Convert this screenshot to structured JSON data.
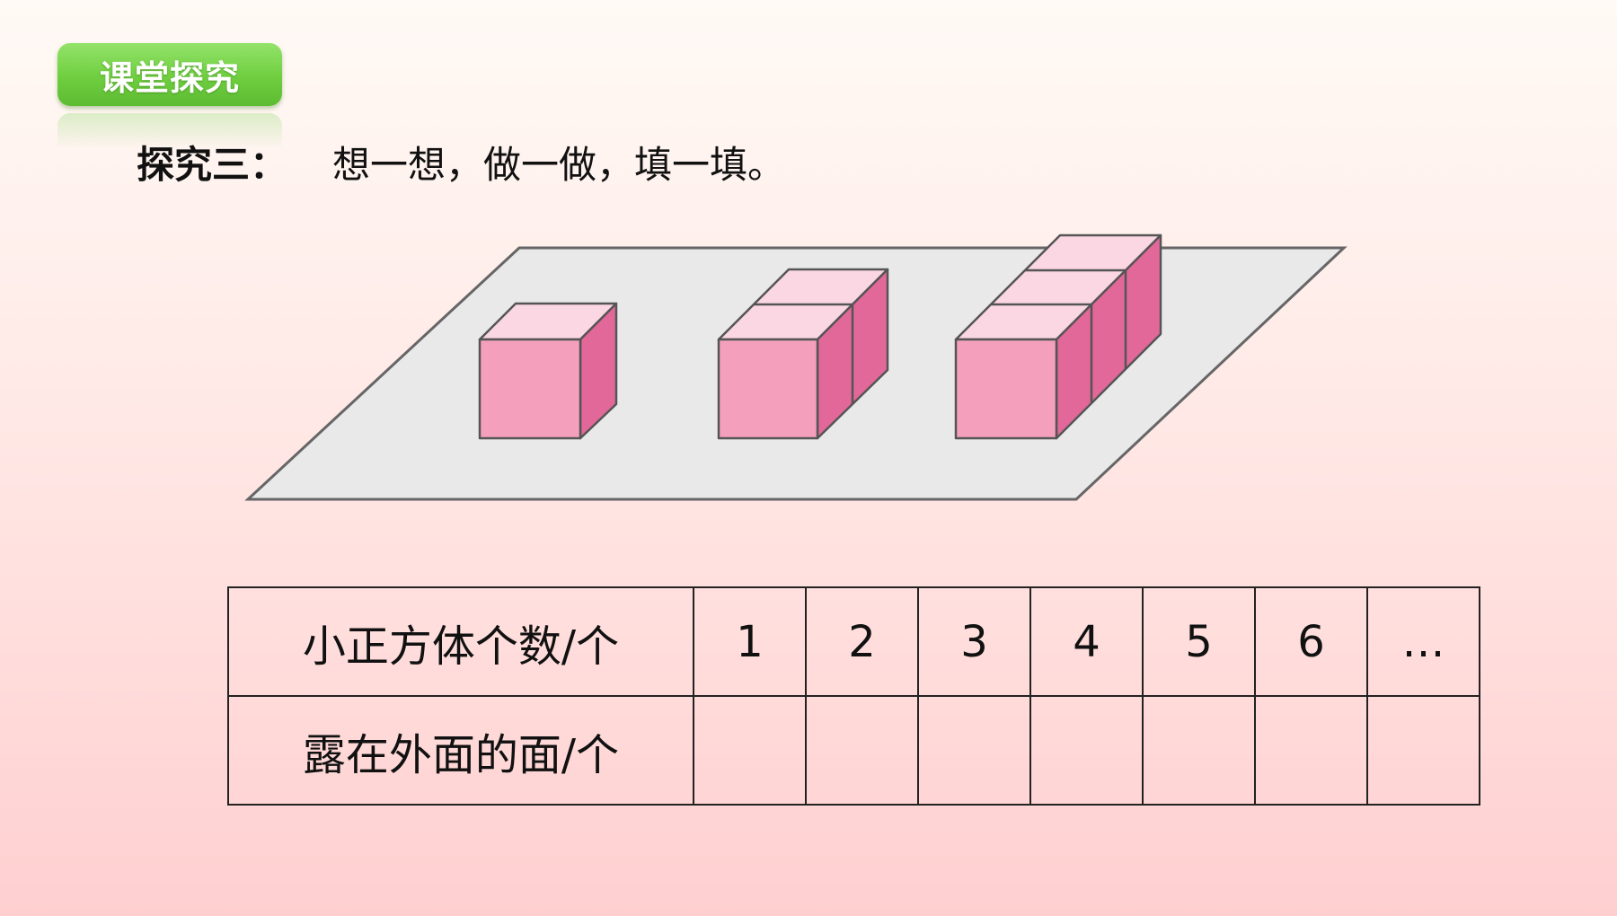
{
  "section_badge": "课堂探究",
  "heading": {
    "label": "探究三：",
    "instruction": "想一想，做一做，填一填。"
  },
  "colors": {
    "badge_green": "#6fce3f",
    "cube_front": "#f4a0bd",
    "cube_top": "#fbd6e3",
    "cube_side": "#e2689a",
    "board": "#e9e9e9"
  },
  "table": {
    "row_labels": [
      "小正方体个数/个",
      "露在外面的面/个"
    ],
    "counts": [
      "1",
      "2",
      "3",
      "4",
      "5",
      "6",
      "…"
    ],
    "exposed_faces": [
      "",
      "",
      "",
      "",
      "",
      "",
      ""
    ]
  }
}
